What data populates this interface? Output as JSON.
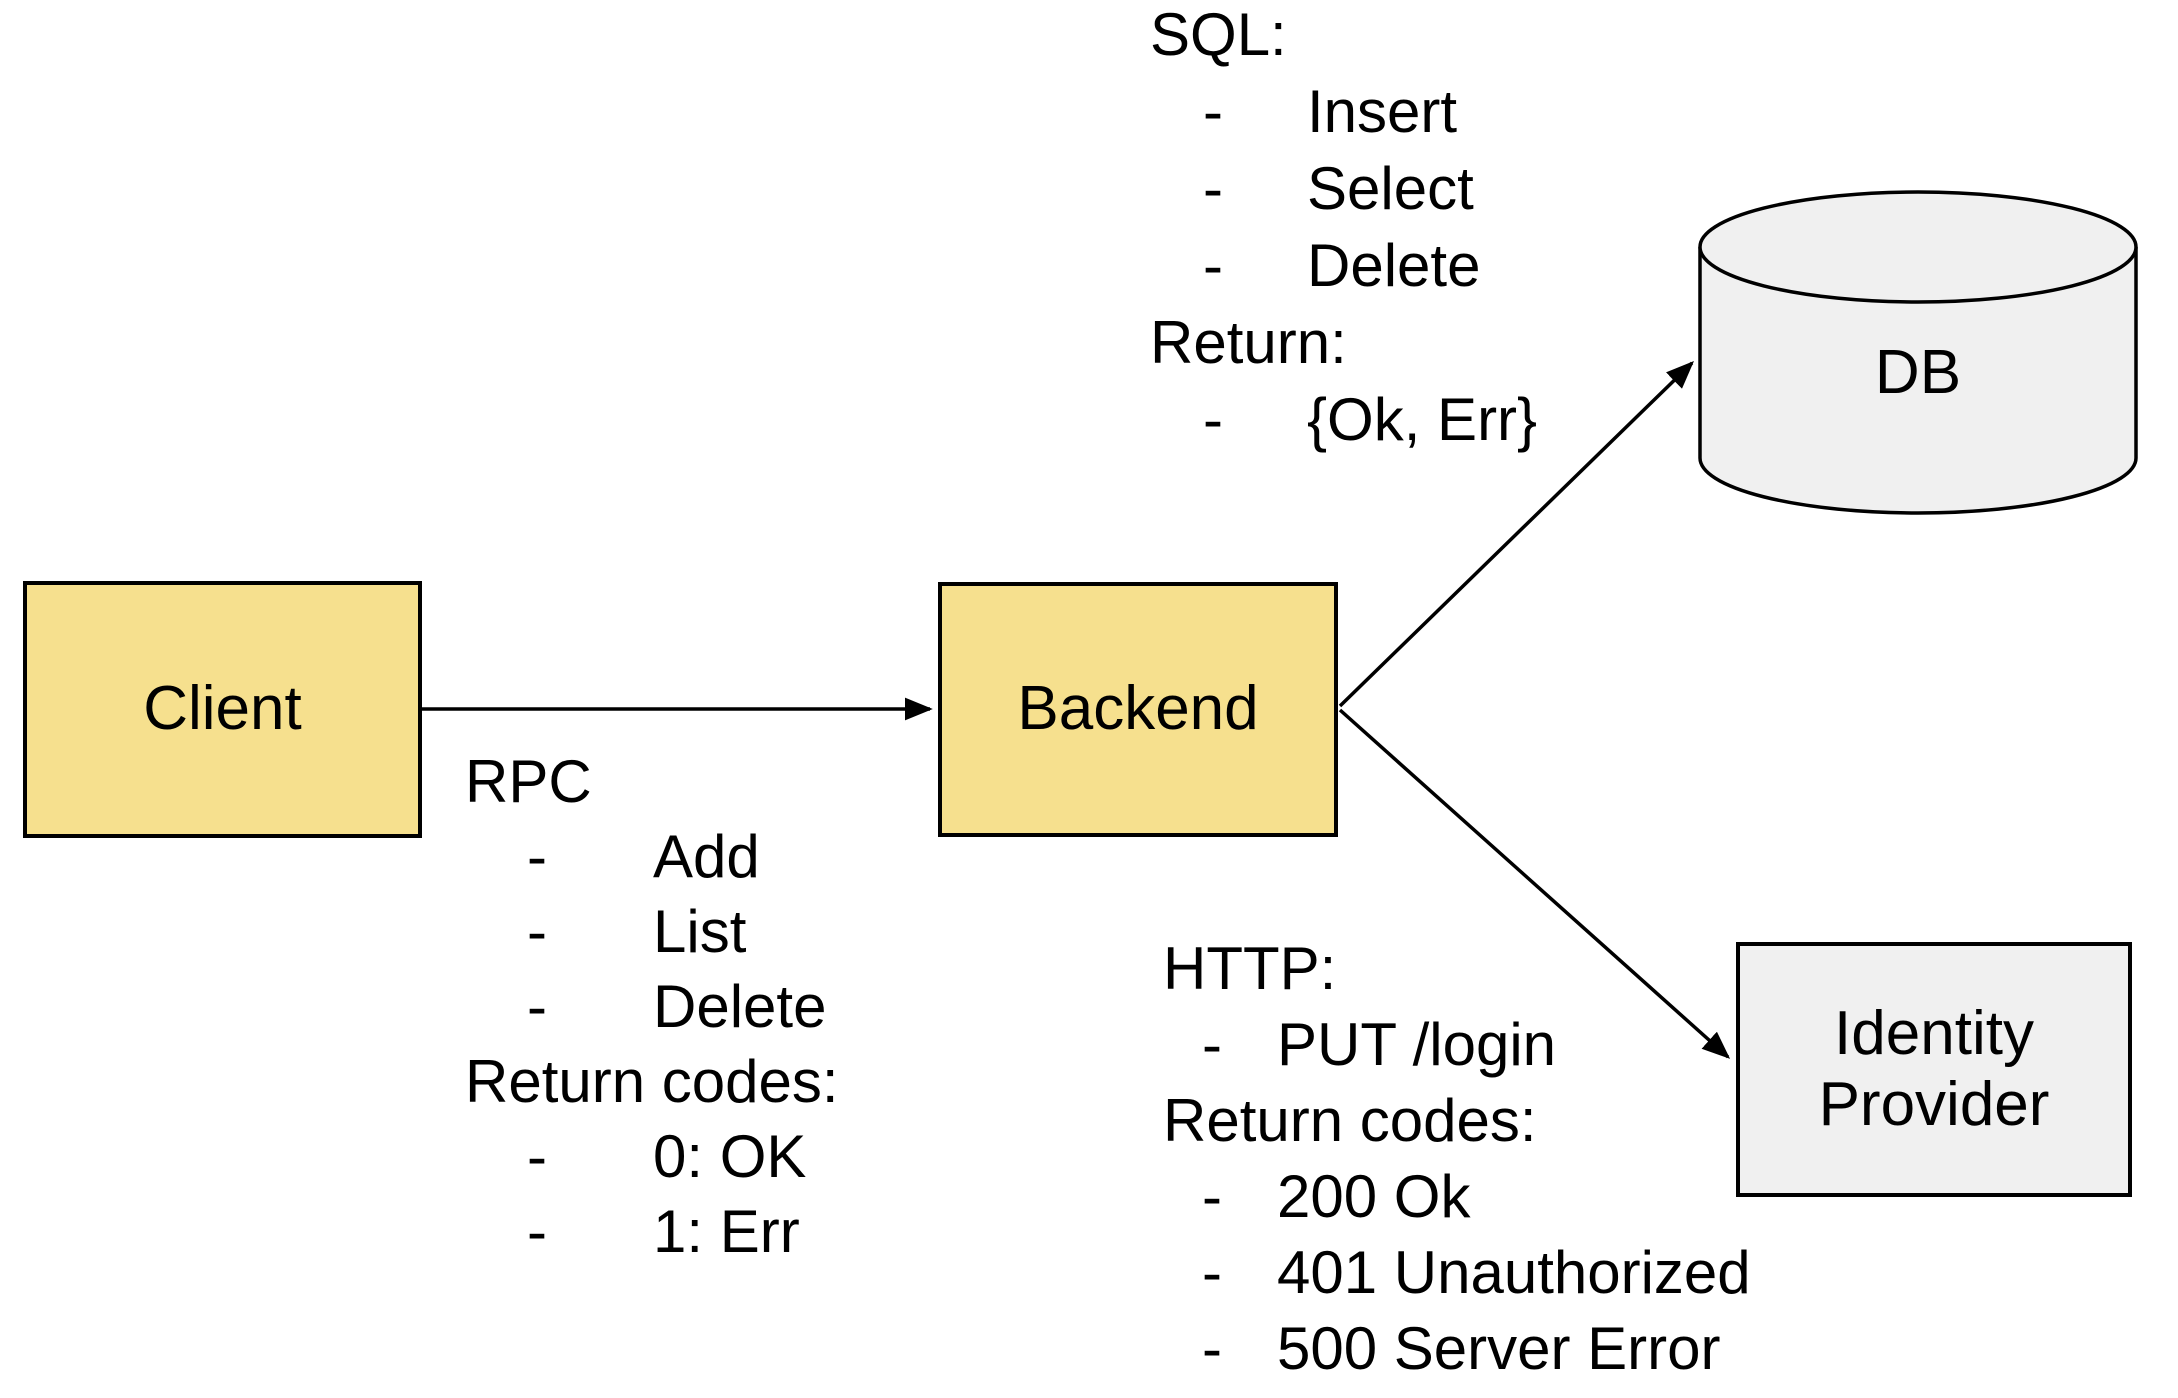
{
  "diagram": {
    "background": "#ffffff",
    "bullet": "-",
    "colors": {
      "node_yellow": "#F6E08E",
      "node_gray": "#F0F0F0",
      "stroke": "#000000",
      "text": "#000000"
    },
    "nodes": {
      "client": {
        "label": "Client",
        "shape": "rectangle",
        "fill": "#F6E08E"
      },
      "backend": {
        "label": "Backend",
        "shape": "rectangle",
        "fill": "#F6E08E"
      },
      "db": {
        "label": "DB",
        "shape": "cylinder",
        "fill": "#F0F0F0"
      },
      "identity_provider": {
        "label": "Identity Provider",
        "shape": "rectangle",
        "fill": "#F0F0F0"
      }
    },
    "edges": [
      {
        "from": "client",
        "to": "backend",
        "annotation": "rpc"
      },
      {
        "from": "backend",
        "to": "db",
        "annotation": "sql"
      },
      {
        "from": "backend",
        "to": "identity_provider",
        "annotation": "http"
      }
    ],
    "blocks": {
      "rpc": {
        "lines": [
          {
            "text": "RPC",
            "item": false
          },
          {
            "text": "Add",
            "item": true
          },
          {
            "text": "List",
            "item": true
          },
          {
            "text": "Delete",
            "item": true
          },
          {
            "text": "Return codes:",
            "item": false
          },
          {
            "text": "0: OK",
            "item": true
          },
          {
            "text": "1: Err",
            "item": true
          }
        ]
      },
      "sql": {
        "lines": [
          {
            "text": "SQL:",
            "item": false
          },
          {
            "text": "Insert",
            "item": true
          },
          {
            "text": "Select",
            "item": true
          },
          {
            "text": "Delete",
            "item": true
          },
          {
            "text": "Return:",
            "item": false
          },
          {
            "text": "{Ok, Err}",
            "item": true
          }
        ]
      },
      "http": {
        "lines": [
          {
            "text": "HTTP:",
            "item": false
          },
          {
            "text": "PUT /login",
            "item": true
          },
          {
            "text": "Return codes:",
            "item": false
          },
          {
            "text": "200 Ok",
            "item": true
          },
          {
            "text": "401 Unauthorized",
            "item": true
          },
          {
            "text": "500 Server Error",
            "item": true
          }
        ]
      }
    }
  }
}
